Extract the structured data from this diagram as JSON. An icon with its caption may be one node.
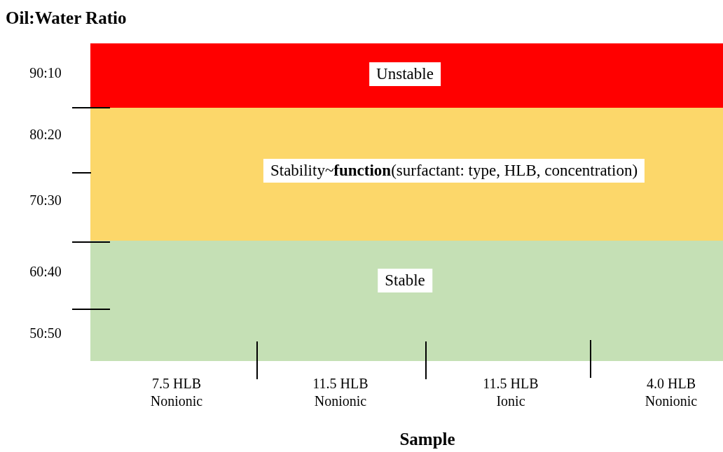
{
  "diagram": {
    "nodes": [
      {
        "text": [
          "Unstable"
        ]
      },
      {
        "text": [
          "Stability~**function**(surfactant: type, HLB, concentration)"
        ]
      },
      {
        "text": [
          "Stable"
        ]
      }
    ],
    "edges": [],
    "labels": [
      "Oil:Water Ratio",
      "90:10",
      "80:20",
      "70:30",
      "60:40",
      "50:50",
      "7.5 HLB Nonionic",
      "11.5 HLB Nonionic",
      "11.5 HLB Ionic",
      "4.0 HLB Nonionic",
      "Sample"
    ]
  }
}
